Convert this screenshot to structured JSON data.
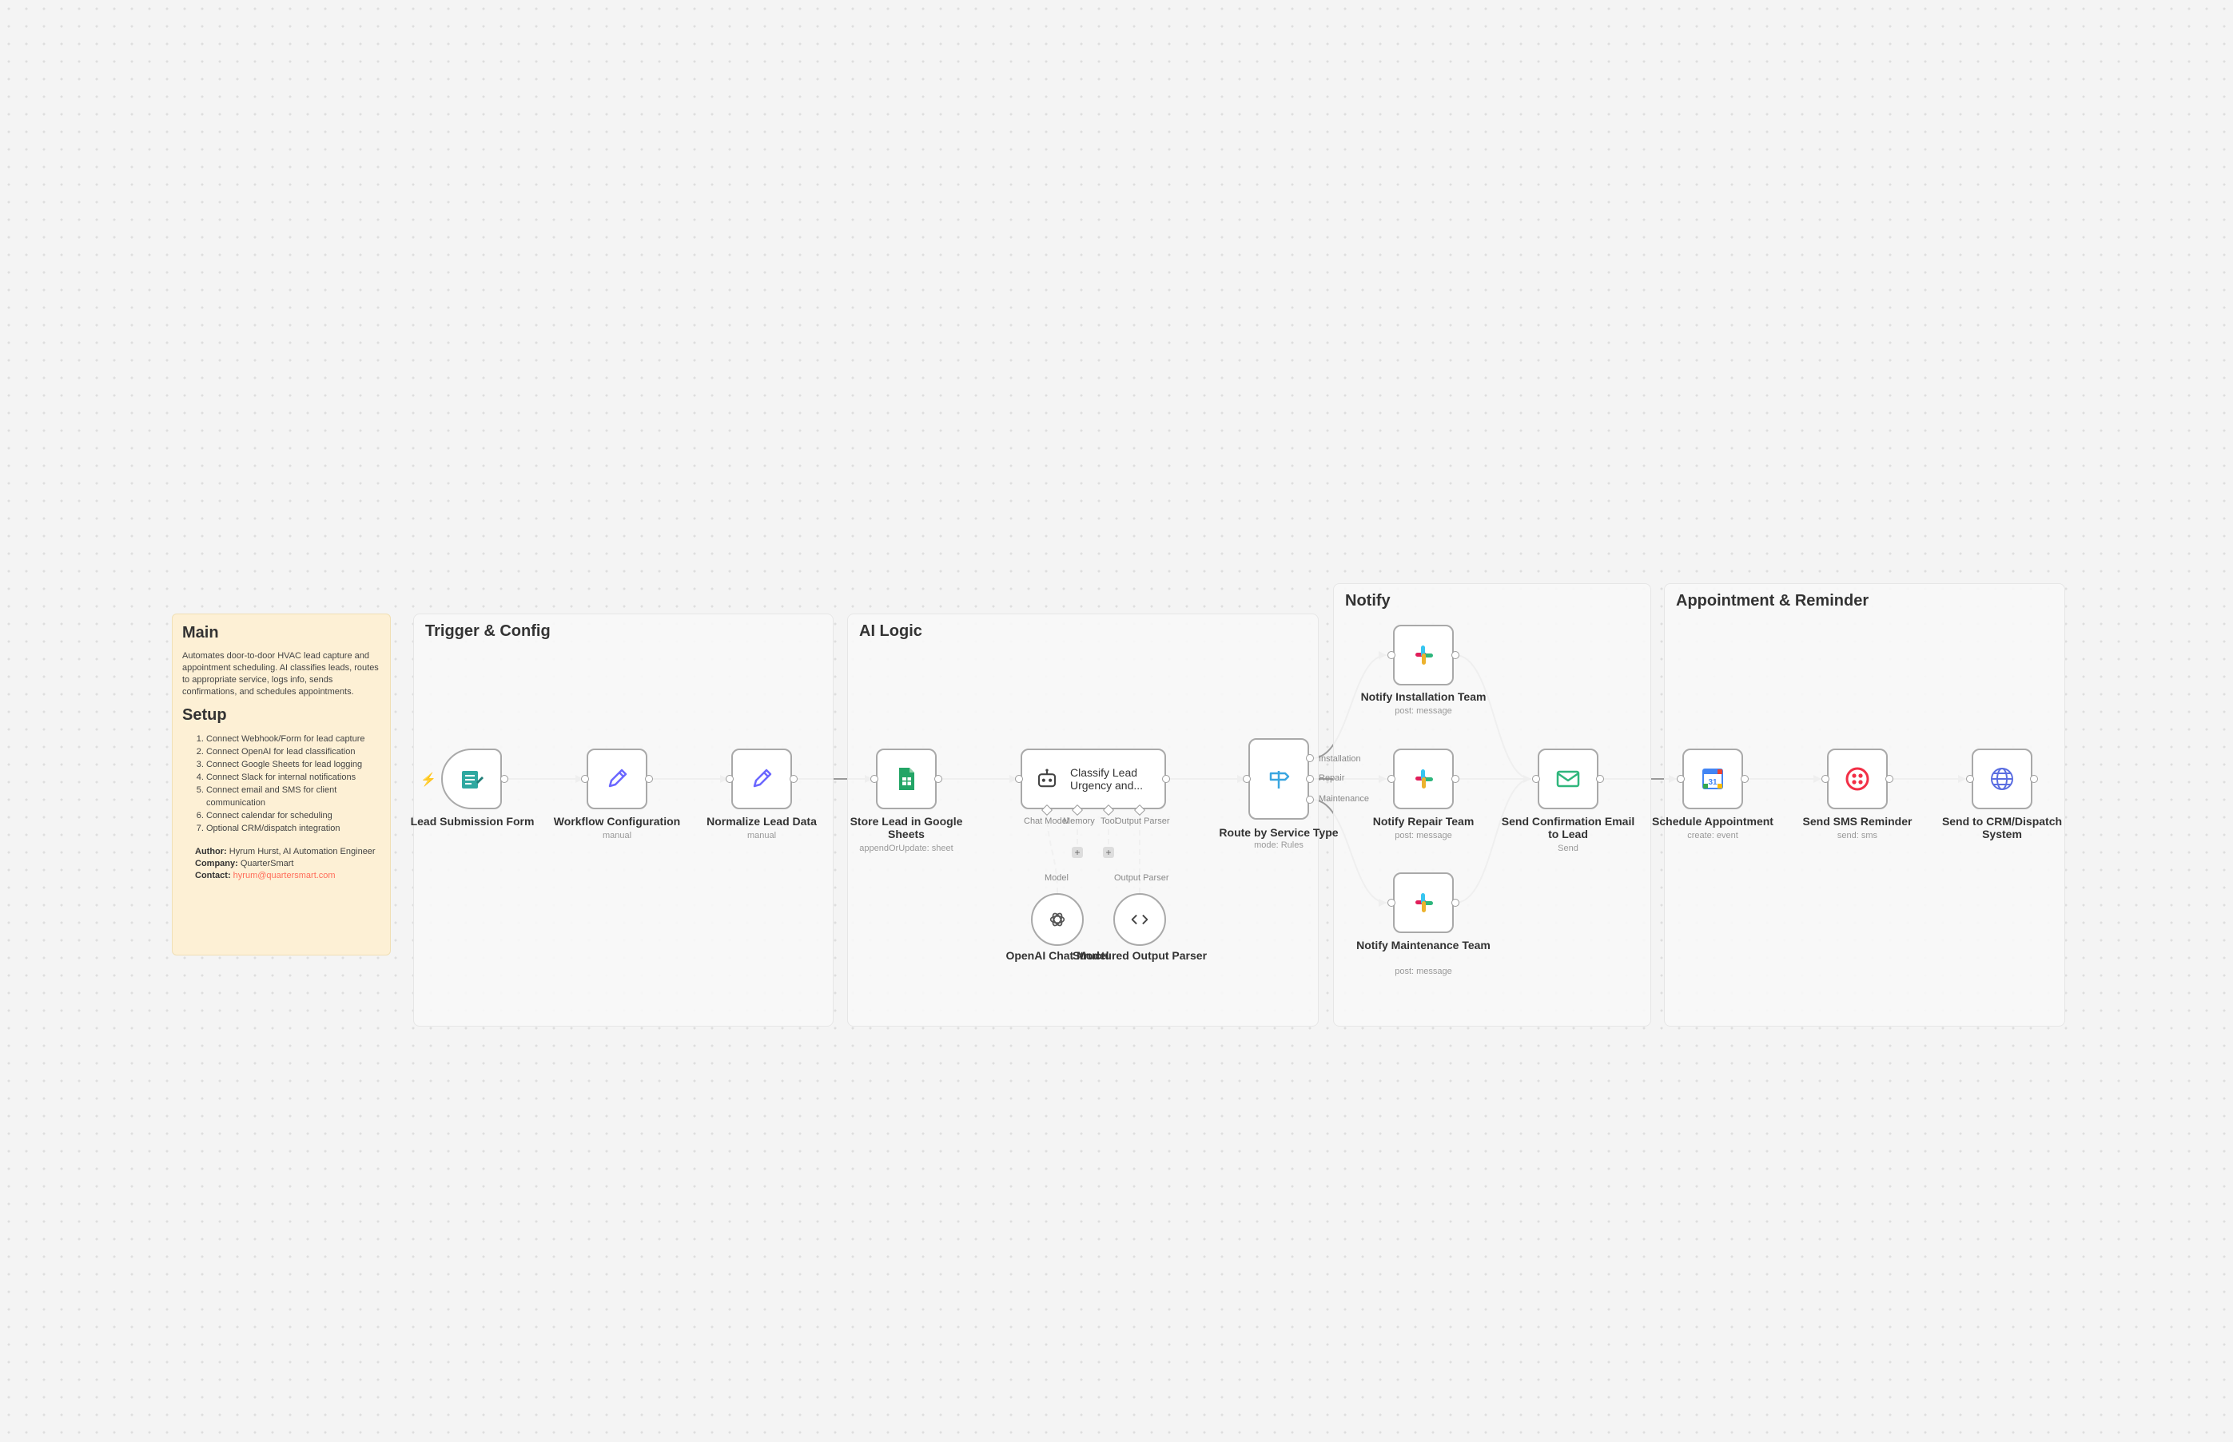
{
  "colors": {
    "canvas_bg": "#f4f4f4",
    "sticky_bg": "#fdf0d5",
    "accent": "#ff6d5a",
    "node_border": "#a9a9a9",
    "form_teal": "#2ea8a0",
    "edit_purple": "#6b67ff",
    "sheets_green": "#23a566",
    "slack_multicolor": "#e01e5a",
    "gmail_green": "#2fb67c",
    "twilio_red": "#f22f46",
    "http_blue": "#5b6ee1"
  },
  "sticky": {
    "title": "Main",
    "description": "Automates door-to-door HVAC lead capture and appointment scheduling. AI classifies leads, routes to appropriate service, logs info, sends confirmations, and schedules appointments.",
    "setup_title": "Setup",
    "steps": [
      "Connect Webhook/Form for lead capture",
      "Connect OpenAI for lead classification",
      "Connect Google Sheets for lead logging",
      "Connect Slack for internal notifications",
      "Connect email and SMS for client communication",
      "Connect calendar for scheduling",
      "Optional CRM/dispatch integration"
    ],
    "author_label": "Author:",
    "author": "Hyrum Hurst, AI Automation Engineer",
    "company_label": "Company:",
    "company": "QuarterSmart",
    "contact_label": "Contact:",
    "contact": "hyrum@quartersmart.com"
  },
  "groups": {
    "trigger": "Trigger & Config",
    "ai": "AI Logic",
    "notify": "Notify",
    "appointment": "Appointment & Reminder"
  },
  "nodes": {
    "lead_form": {
      "label": "Lead Submission Form",
      "icon": "form-icon"
    },
    "workflow_config": {
      "label": "Workflow Configuration",
      "sub": "manual",
      "icon": "pencil-icon"
    },
    "normalize": {
      "label": "Normalize Lead Data",
      "sub": "manual",
      "icon": "pencil-icon"
    },
    "sheets": {
      "label": "Store Lead in Google Sheets",
      "sub": "appendOrUpdate: sheet",
      "icon": "google-sheets-icon"
    },
    "classify": {
      "label": "Classify Lead Urgency and...",
      "icon": "robot-icon",
      "ports": [
        "Chat Model",
        "Memory",
        "Tool",
        "Output Parser"
      ]
    },
    "openai": {
      "label": "OpenAI Chat Model",
      "port_label": "Model",
      "icon": "openai-icon"
    },
    "parser": {
      "label": "Structured Output Parser",
      "port_label": "Output Parser",
      "icon": "code-icon"
    },
    "router": {
      "label": "Route by Service Type",
      "sub": "mode: Rules",
      "outputs": [
        "Installation",
        "Repair",
        "Maintenance"
      ],
      "icon": "signpost-icon"
    },
    "notify_install": {
      "label": "Notify Installation Team",
      "sub": "post: message",
      "icon": "slack-icon"
    },
    "notify_repair": {
      "label": "Notify Repair Team",
      "sub": "post: message",
      "icon": "slack-icon"
    },
    "notify_maint": {
      "label": "Notify Maintenance Team",
      "sub": "post: message",
      "icon": "slack-icon"
    },
    "email": {
      "label": "Send Confirmation Email to Lead",
      "sub": "Send",
      "icon": "mail-icon"
    },
    "schedule": {
      "label": "Schedule Appointment",
      "sub": "create: event",
      "icon": "google-calendar-icon"
    },
    "sms": {
      "label": "Send SMS Reminder",
      "sub": "send: sms",
      "icon": "twilio-icon"
    },
    "crm": {
      "label": "Send to CRM/Dispatch System",
      "icon": "globe-icon"
    }
  }
}
